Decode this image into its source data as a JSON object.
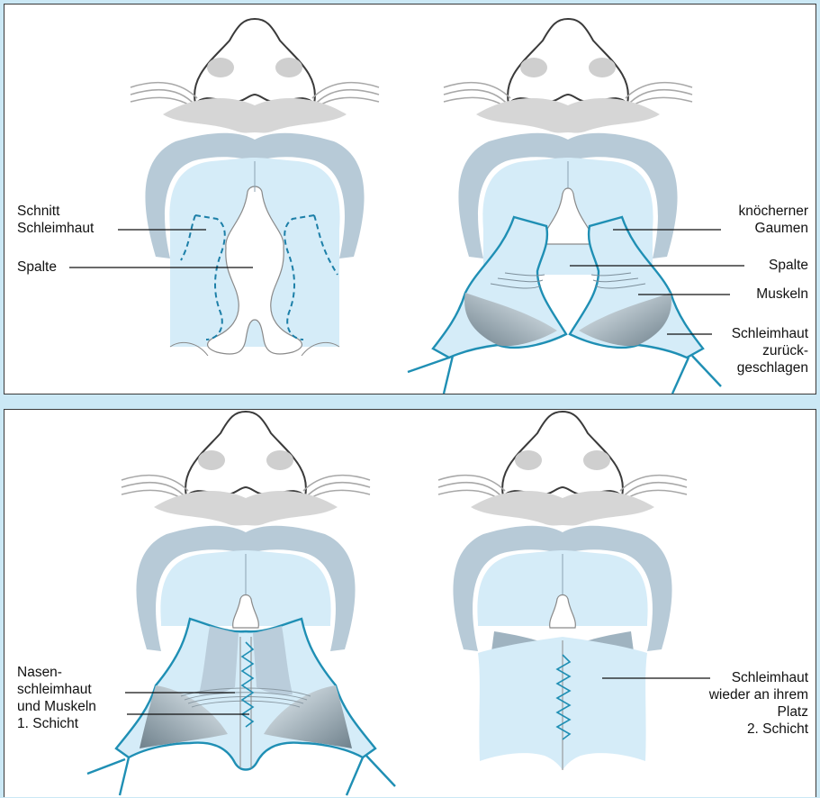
{
  "colors": {
    "background": "#cbe8f5",
    "palate_bone": "#b7cad7",
    "mucosa": "#d5ecf8",
    "cleft_outline": "#2a8fb3",
    "incision_dash": "#1c7fa8",
    "muscle_dark": "#7c8e9a",
    "lip_grey": "#d6d6d6",
    "suture": "#2a8fb3"
  },
  "panels": [
    {
      "labels": {
        "cut": "Schnitt\nSchleimhaut",
        "cleft": "Spalte"
      }
    },
    {
      "labels": {
        "bone": "knöcherner\nGaumen",
        "cleft": "Spalte",
        "muscles": "Muskeln",
        "mucosa_folded": "Schleimhaut\nzurück-\ngeschlagen"
      }
    },
    {
      "labels": {
        "layer1": "Nasen-\nschleimhaut\nund Muskeln\n1. Schicht"
      }
    },
    {
      "labels": {
        "layer2": "Schleimhaut\nwieder an ihrem\nPlatz\n2. Schicht"
      }
    }
  ]
}
